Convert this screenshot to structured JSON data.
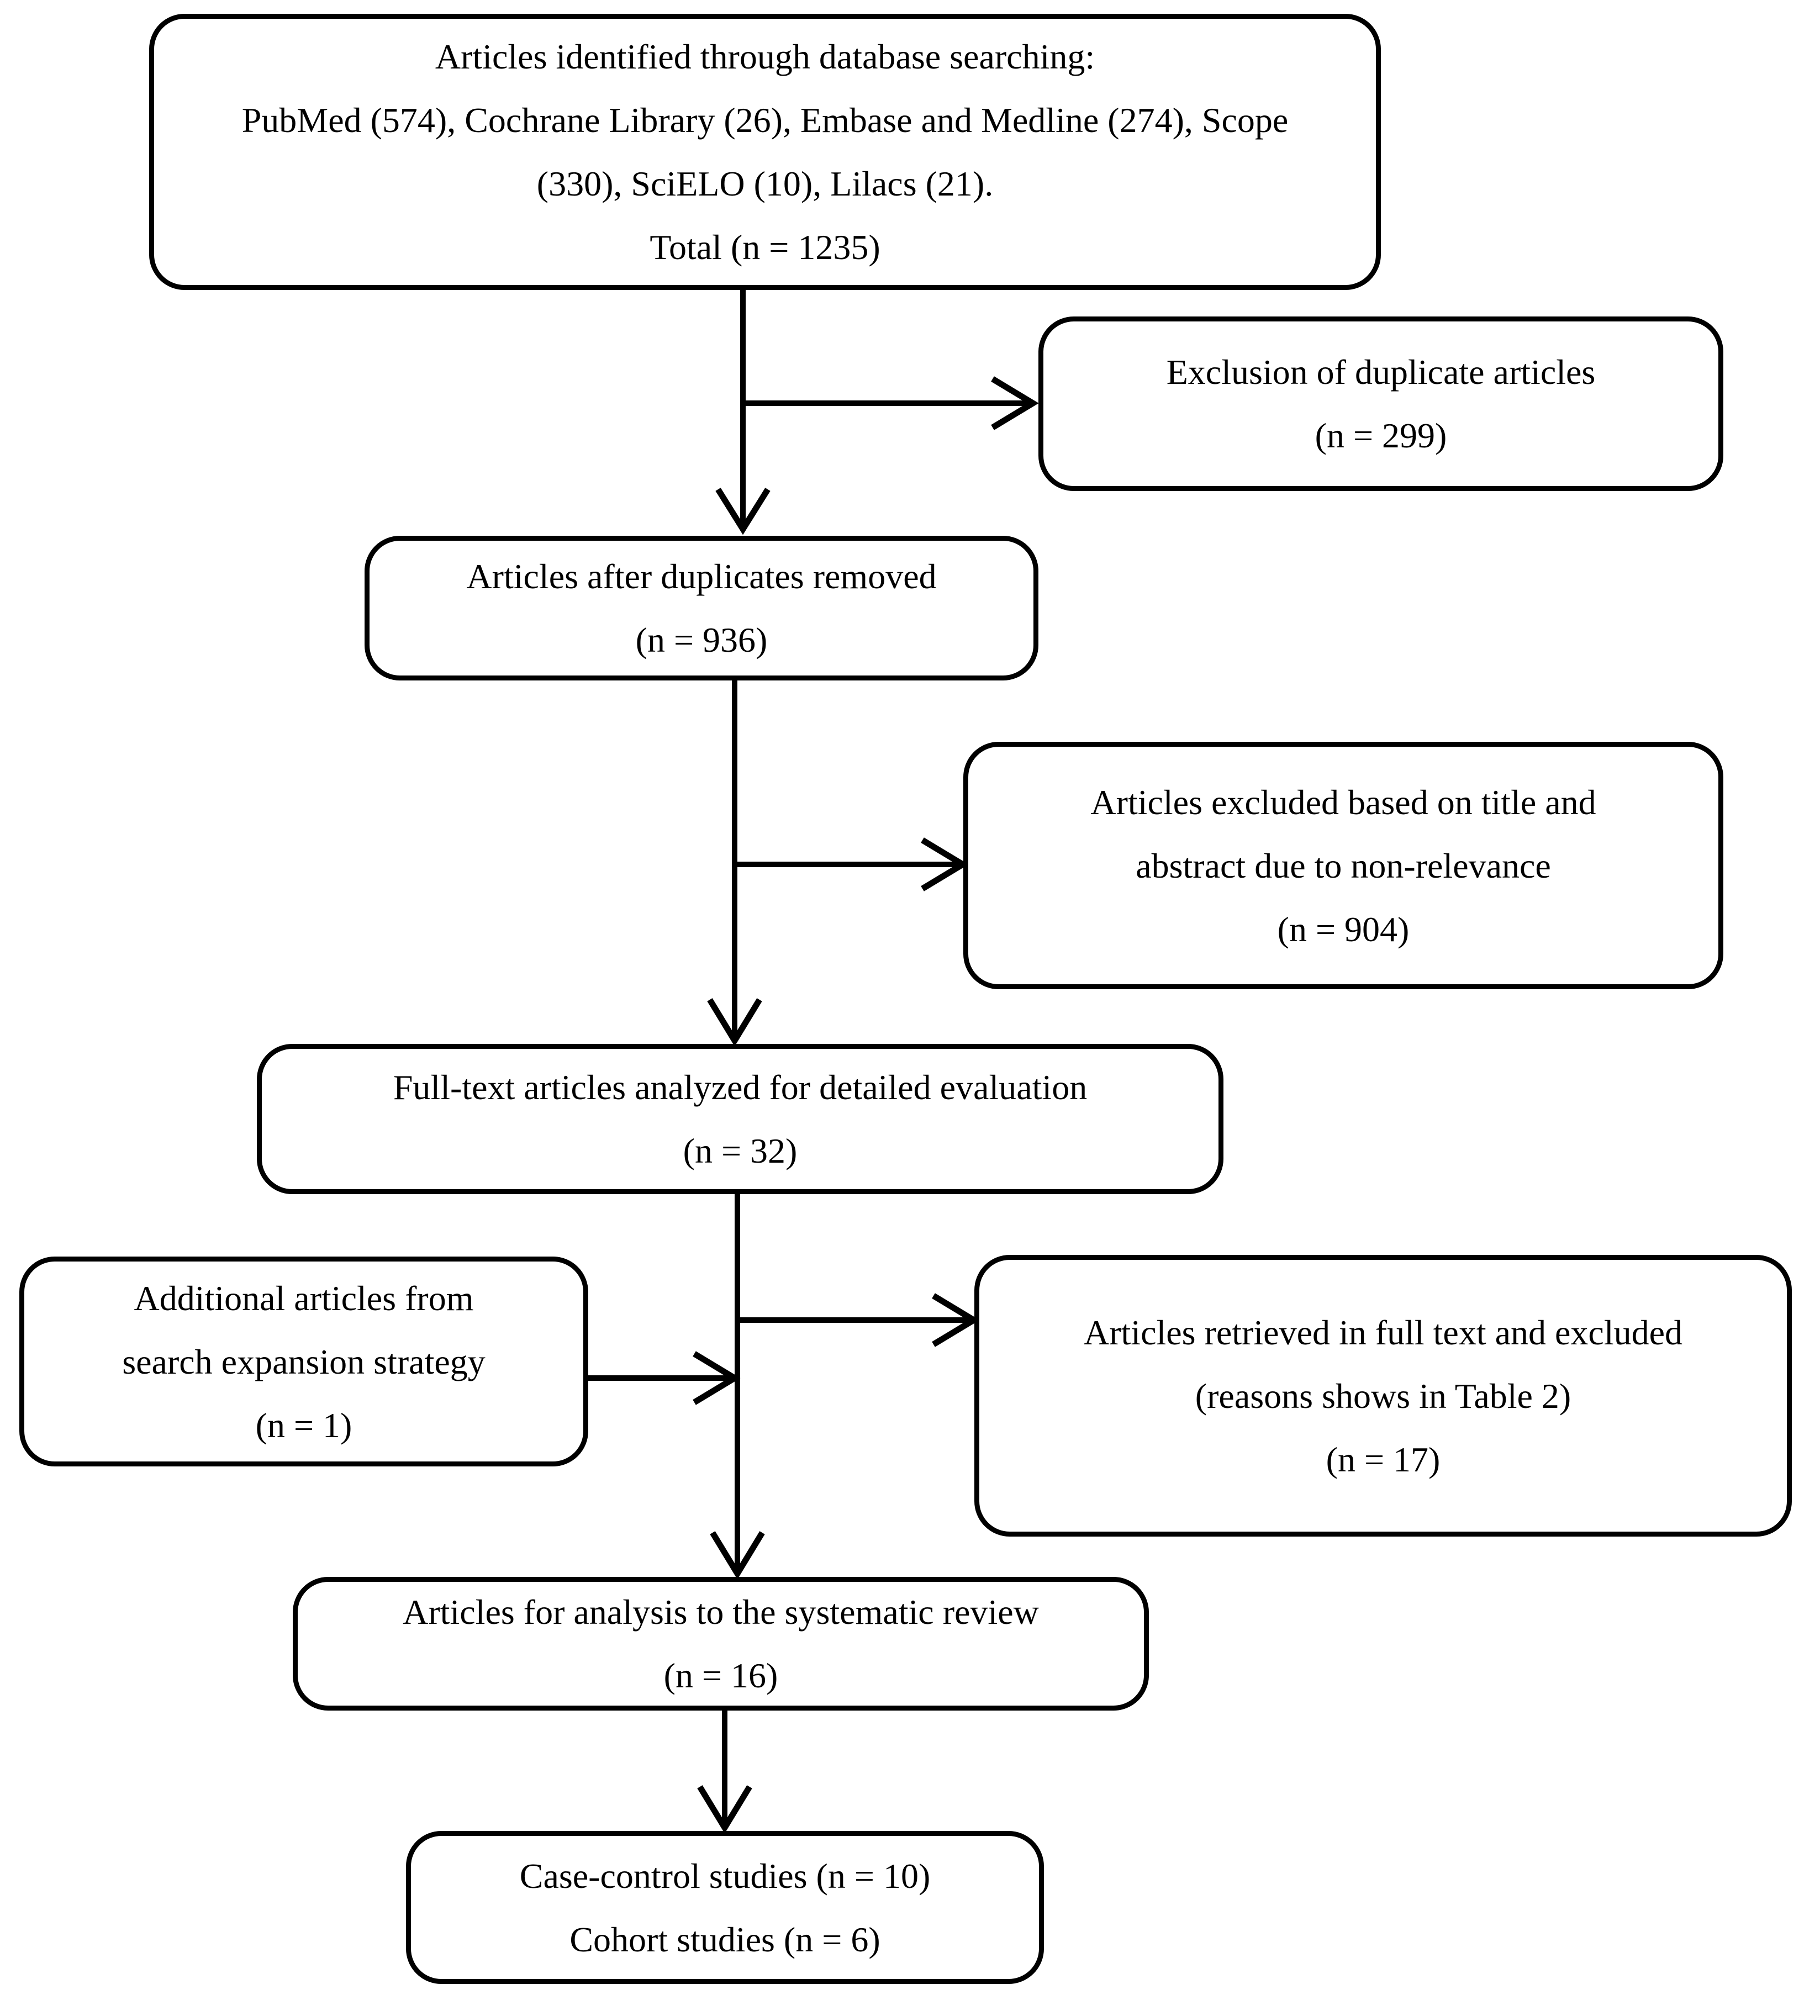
{
  "figure": {
    "type": "prisma-flow-diagram",
    "background_color": "#ffffff",
    "line_color": "#000000"
  },
  "boxes": {
    "identified": {
      "lines": [
        "Articles identified through database searching:",
        "PubMed (574), Cochrane Library (26), Embase and Medline (274), Scope",
        "(330), SciELO (10), Lilacs (21).",
        "Total (n = 1235)"
      ]
    },
    "duplicates_excluded": {
      "lines": [
        "Exclusion of duplicate articles",
        "(n = 299)"
      ]
    },
    "after_duplicates": {
      "lines": [
        "Articles after duplicates removed",
        "(n = 936)"
      ]
    },
    "title_abstract_excluded": {
      "lines": [
        "Articles excluded based on title and",
        "abstract due to non-relevance",
        "(n = 904)"
      ]
    },
    "fulltext": {
      "lines": [
        "Full-text articles analyzed for detailed evaluation",
        "(n = 32)"
      ]
    },
    "additional": {
      "lines": [
        "Additional articles from",
        "search expansion strategy",
        "(n = 1)"
      ]
    },
    "retrieved_excluded": {
      "lines": [
        "Articles retrieved in full text and excluded",
        "(reasons shows in Table 2)",
        "(n = 17)"
      ]
    },
    "analysis": {
      "lines": [
        "Articles for analysis to the systematic review",
        "(n = 16)"
      ]
    },
    "final": {
      "lines": [
        "Case-control studies (n = 10)",
        "Cohort studies (n = 6)"
      ]
    }
  }
}
